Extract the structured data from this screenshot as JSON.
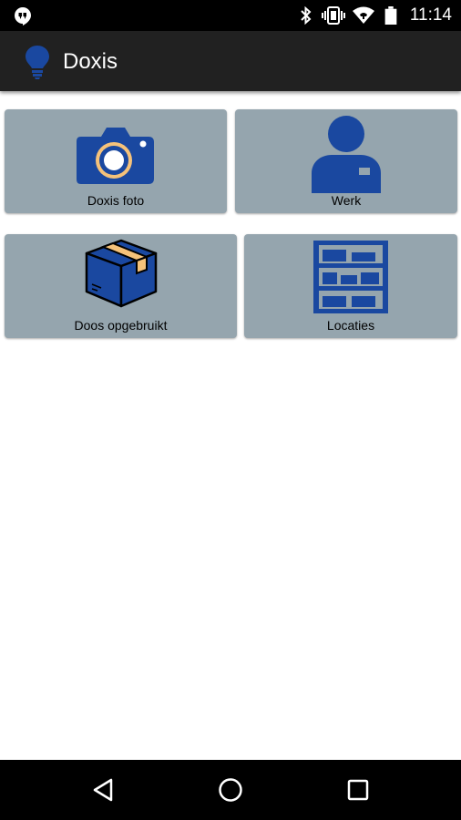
{
  "status_bar": {
    "time": "11:14",
    "icons": [
      "hangouts-notification-icon",
      "bluetooth-icon",
      "vibrate-icon",
      "wifi-icon",
      "battery-icon"
    ]
  },
  "app_bar": {
    "title": "Doxis",
    "logo_icon": "lightbulb-icon"
  },
  "tiles": [
    {
      "label": "Doxis foto",
      "icon": "camera-icon"
    },
    {
      "label": "Werk",
      "icon": "person-icon"
    },
    {
      "label": "Doos opgebruikt",
      "icon": "box-icon"
    },
    {
      "label": "Locaties",
      "icon": "shelves-icon"
    }
  ],
  "nav_bar": {
    "buttons": [
      "back-icon",
      "home-icon",
      "recents-icon"
    ]
  },
  "colors": {
    "status_bar": "#000000",
    "app_bar": "#212121",
    "tile": "#95a5ae",
    "icon_blue": "#1a48a0",
    "accent_tape": "#f5c27a",
    "background": "#ffffff"
  }
}
